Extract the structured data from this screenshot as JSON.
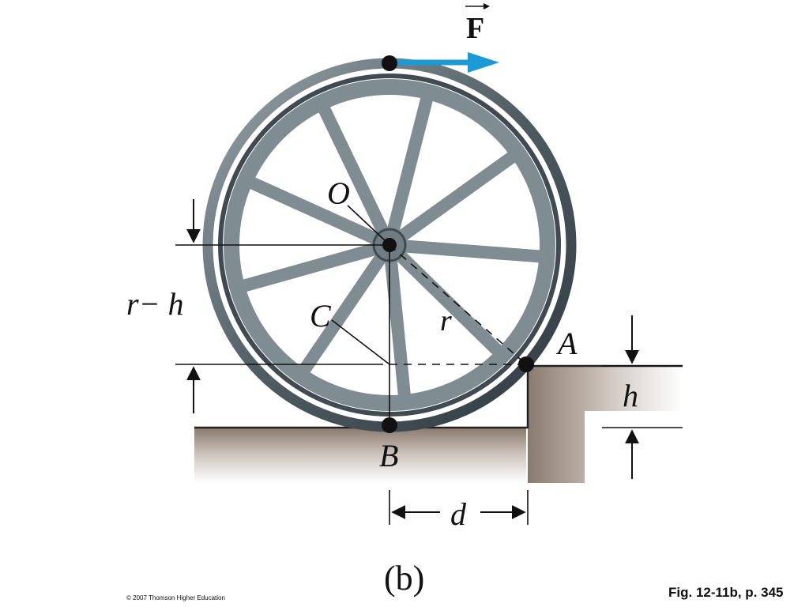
{
  "labels": {
    "force": "F",
    "center": "O",
    "corner_c": "C",
    "point_a": "A",
    "point_b": "B",
    "radius": "r",
    "height": "h",
    "r_minus_h": "r− h",
    "distance": "d",
    "panel": "(b)"
  },
  "footer": {
    "copyright": "© 2007 Thomson Higher Education",
    "figure_ref": "Fig. 12-11b, p. 345"
  },
  "colors": {
    "force_arrow": "#1c9ad6",
    "wheel_rim": "#4f5c62",
    "spokes": "#7f8c91",
    "ground": "#9a8c80"
  },
  "icons": {
    "wheel": "wheel-icon"
  }
}
